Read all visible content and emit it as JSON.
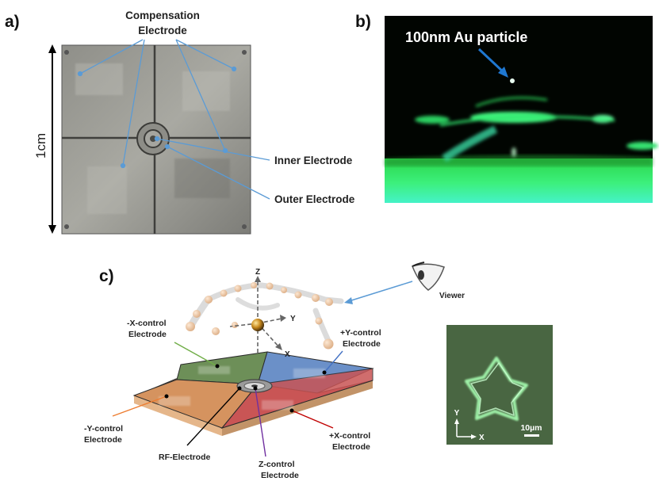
{
  "panels": {
    "a": "a)",
    "b": "b)",
    "c": "c)"
  },
  "panel_a": {
    "compensation_line1": "Compensation",
    "compensation_line2": "Electrode",
    "inner": "Inner Electrode",
    "outer": "Outer Electrode",
    "scale": "1cm"
  },
  "panel_b": {
    "particle": "100nm Au particle"
  },
  "panel_c": {
    "axis_z": "Z",
    "axis_y": "Y",
    "axis_x": "X",
    "viewer": "Viewer",
    "neg_x_1": "-X-control",
    "neg_x_2": "Electrode",
    "pos_y_1": "+Y-control",
    "pos_y_2": "Electrode",
    "neg_y_1": "-Y-control",
    "neg_y_2": "Electrode",
    "pos_x_1": "+X-control",
    "pos_x_2": "Electrode",
    "rf": "RF-Electrode",
    "z_1": "Z-control",
    "z_2": "Electrode",
    "inset_y": "Y",
    "inset_x": "X",
    "inset_scale": "10µm"
  },
  "colors": {
    "leader": "#5b9bd5",
    "neg_x": "#70ad47",
    "pos_y": "#4472c4",
    "neg_y": "#ed7d31",
    "pos_x": "#c00000",
    "rf": "#000000",
    "z": "#7030a0",
    "fluor": "#2df27a"
  }
}
